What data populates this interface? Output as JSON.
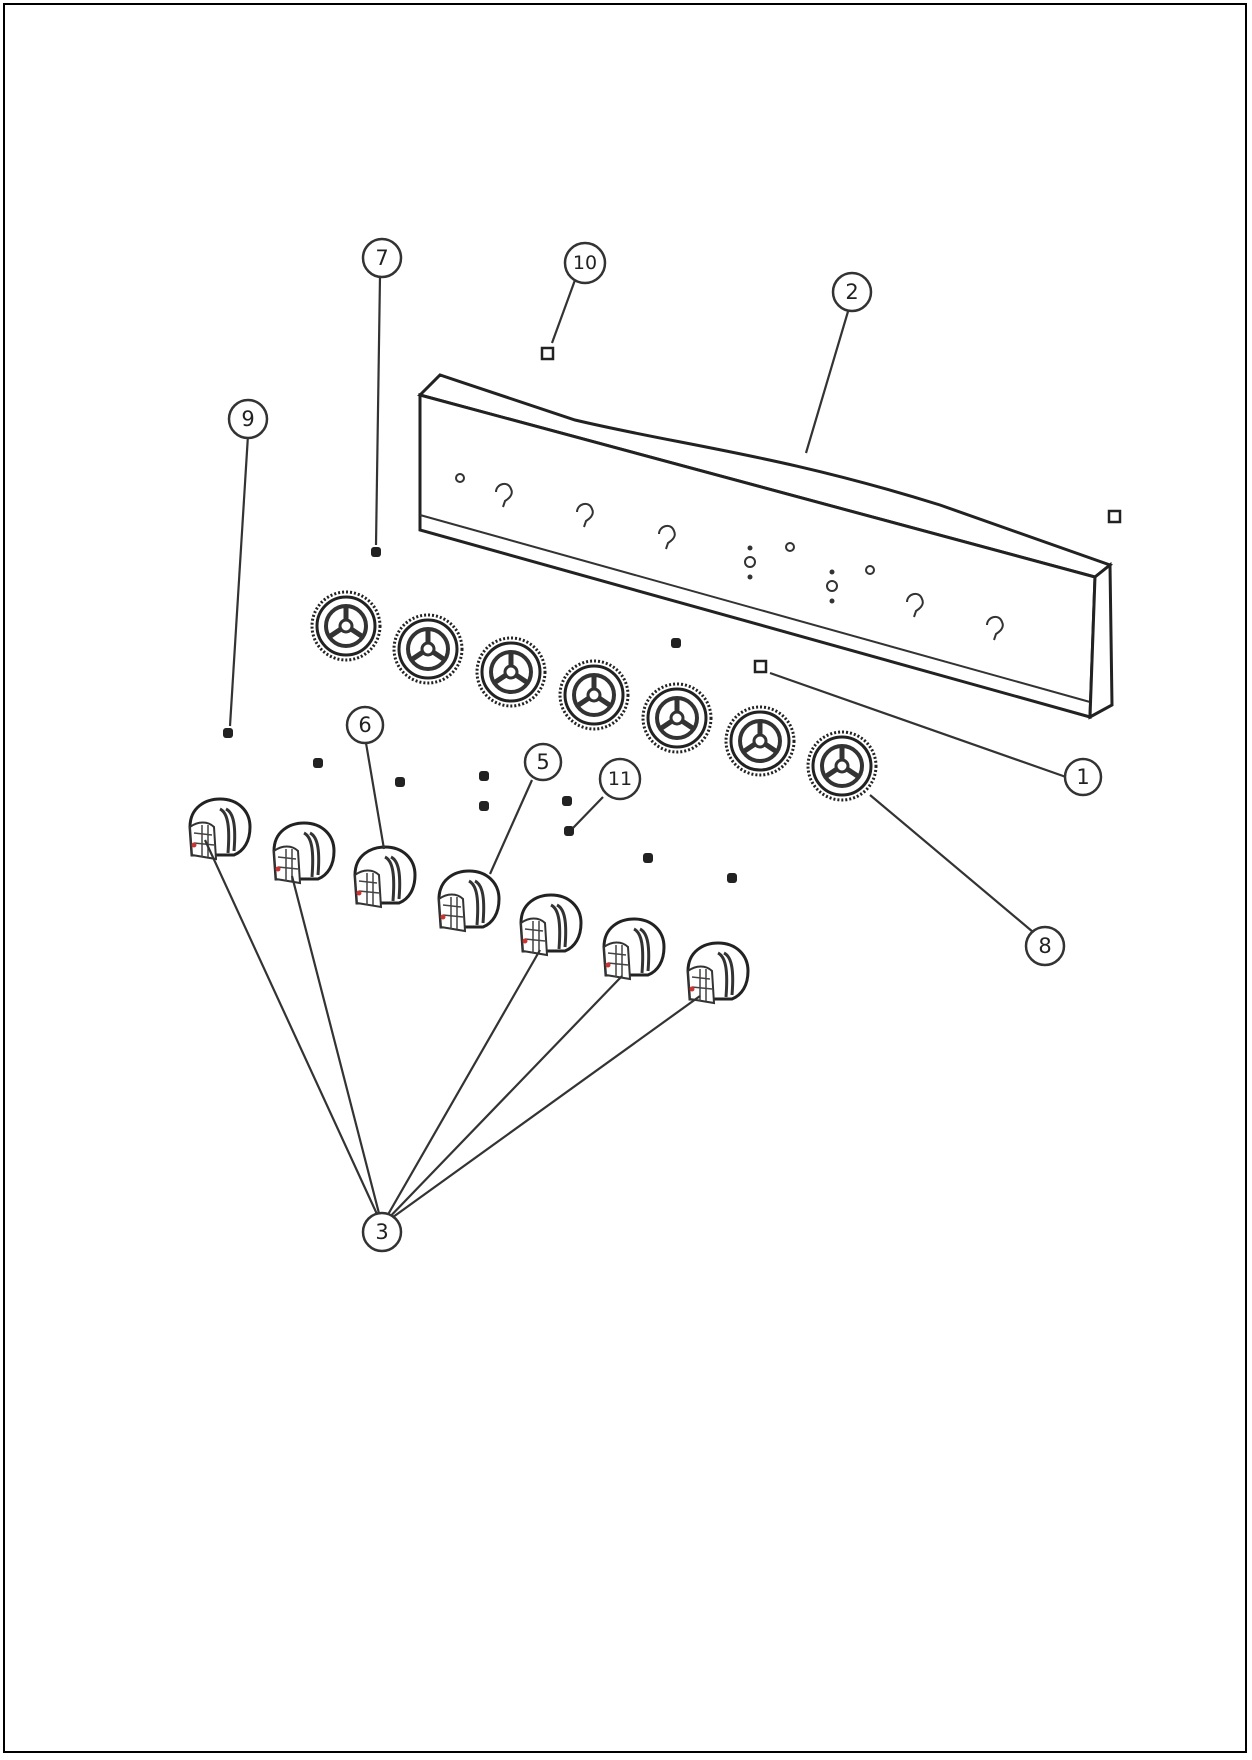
{
  "diagram": {
    "callouts": [
      {
        "id": "callout-1",
        "label": "1"
      },
      {
        "id": "callout-2",
        "label": "2"
      },
      {
        "id": "callout-3",
        "label": "3"
      },
      {
        "id": "callout-5",
        "label": "5"
      },
      {
        "id": "callout-6",
        "label": "6"
      },
      {
        "id": "callout-7",
        "label": "7"
      },
      {
        "id": "callout-8",
        "label": "8"
      },
      {
        "id": "callout-9",
        "label": "9"
      },
      {
        "id": "callout-10",
        "label": "10"
      },
      {
        "id": "callout-11",
        "label": "11"
      }
    ]
  },
  "colors": {
    "line": "#333333",
    "marker": "#cc3333",
    "background": "#ffffff"
  }
}
